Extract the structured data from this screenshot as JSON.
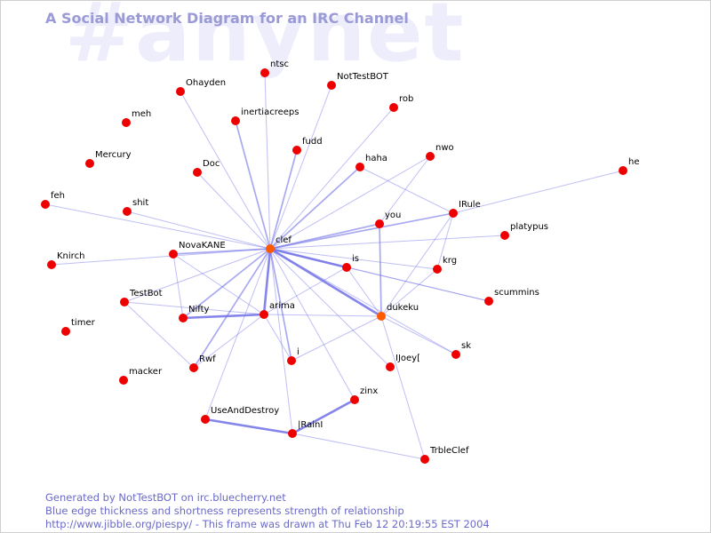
{
  "watermark": "#anynet",
  "title": "A Social Network Diagram for an IRC Channel",
  "colors": {
    "edge": "#7070e8",
    "node": "#ee0000",
    "node_highlight": "#ff5a00",
    "title": "#9a9ad6",
    "footer": "#6a6ac8",
    "watermark": "#ededfb"
  },
  "nodes": [
    {
      "id": "ntsc",
      "label": "ntsc"
    },
    {
      "id": "NotTestBOT",
      "label": "NotTestBOT"
    },
    {
      "id": "Ohayden",
      "label": "Ohayden"
    },
    {
      "id": "rob",
      "label": "rob"
    },
    {
      "id": "meh",
      "label": "meh"
    },
    {
      "id": "inertiacreeps",
      "label": "inertiacreeps"
    },
    {
      "id": "fudd",
      "label": "fudd"
    },
    {
      "id": "nwo",
      "label": "nwo"
    },
    {
      "id": "Mercury",
      "label": "Mercury"
    },
    {
      "id": "haha",
      "label": "haha"
    },
    {
      "id": "Doc",
      "label": "Doc"
    },
    {
      "id": "he",
      "label": "he"
    },
    {
      "id": "feh",
      "label": "feh"
    },
    {
      "id": "shit",
      "label": "shit"
    },
    {
      "id": "IRule",
      "label": "IRule"
    },
    {
      "id": "you",
      "label": "you"
    },
    {
      "id": "platypus",
      "label": "platypus"
    },
    {
      "id": "NovaKANE",
      "label": "NovaKANE"
    },
    {
      "id": "clef",
      "label": "clef",
      "highlight": true
    },
    {
      "id": "Knirch",
      "label": "Knirch"
    },
    {
      "id": "is",
      "label": "is"
    },
    {
      "id": "krg",
      "label": "krg"
    },
    {
      "id": "TestBot",
      "label": "TestBot"
    },
    {
      "id": "scummins",
      "label": "scummins"
    },
    {
      "id": "Nifty",
      "label": "Nifty"
    },
    {
      "id": "arima",
      "label": "arima"
    },
    {
      "id": "dukeku",
      "label": "dukeku",
      "highlight": true
    },
    {
      "id": "timer",
      "label": "timer"
    },
    {
      "id": "sk",
      "label": "sk"
    },
    {
      "id": "Rwf",
      "label": "Rwf"
    },
    {
      "id": "i",
      "label": "i"
    },
    {
      "id": "IJoeyI",
      "label": "IJoey["
    },
    {
      "id": "macker",
      "label": "macker"
    },
    {
      "id": "zinx",
      "label": "zinx"
    },
    {
      "id": "UseAndDestroy",
      "label": "UseAndDestroy"
    },
    {
      "id": "IRainI",
      "label": "|RainI"
    },
    {
      "id": "TrbleClef",
      "label": "TrbleClef"
    }
  ],
  "edges": [
    {
      "source": "clef",
      "target": "ntsc",
      "strength": 1
    },
    {
      "source": "clef",
      "target": "NotTestBOT",
      "strength": 1
    },
    {
      "source": "clef",
      "target": "Ohayden",
      "strength": 1
    },
    {
      "source": "clef",
      "target": "inertiacreeps",
      "strength": 2
    },
    {
      "source": "clef",
      "target": "fudd",
      "strength": 2
    },
    {
      "source": "clef",
      "target": "rob",
      "strength": 1
    },
    {
      "source": "clef",
      "target": "haha",
      "strength": 2
    },
    {
      "source": "clef",
      "target": "nwo",
      "strength": 1
    },
    {
      "source": "clef",
      "target": "Doc",
      "strength": 1
    },
    {
      "source": "clef",
      "target": "shit",
      "strength": 1
    },
    {
      "source": "clef",
      "target": "feh",
      "strength": 1
    },
    {
      "source": "clef",
      "target": "Knirch",
      "strength": 1
    },
    {
      "source": "clef",
      "target": "NovaKANE",
      "strength": 2
    },
    {
      "source": "clef",
      "target": "you",
      "strength": 2
    },
    {
      "source": "clef",
      "target": "IRule",
      "strength": 2
    },
    {
      "source": "clef",
      "target": "platypus",
      "strength": 1
    },
    {
      "source": "clef",
      "target": "is",
      "strength": 3
    },
    {
      "source": "clef",
      "target": "krg",
      "strength": 1
    },
    {
      "source": "clef",
      "target": "TestBot",
      "strength": 1
    },
    {
      "source": "clef",
      "target": "Nifty",
      "strength": 2
    },
    {
      "source": "clef",
      "target": "arima",
      "strength": 3
    },
    {
      "source": "clef",
      "target": "dukeku",
      "strength": 3
    },
    {
      "source": "clef",
      "target": "Rwf",
      "strength": 2
    },
    {
      "source": "clef",
      "target": "i",
      "strength": 2
    },
    {
      "source": "clef",
      "target": "IJoeyI",
      "strength": 1
    },
    {
      "source": "clef",
      "target": "UseAndDestroy",
      "strength": 1
    },
    {
      "source": "clef",
      "target": "IRainI",
      "strength": 1
    },
    {
      "source": "clef",
      "target": "zinx",
      "strength": 1
    },
    {
      "source": "clef",
      "target": "sk",
      "strength": 1
    },
    {
      "source": "clef",
      "target": "scummins",
      "strength": 1
    },
    {
      "source": "IRule",
      "target": "he",
      "strength": 1
    },
    {
      "source": "IRule",
      "target": "dukeku",
      "strength": 1
    },
    {
      "source": "IRule",
      "target": "krg",
      "strength": 1
    },
    {
      "source": "IRule",
      "target": "haha",
      "strength": 1
    },
    {
      "source": "you",
      "target": "dukeku",
      "strength": 2
    },
    {
      "source": "you",
      "target": "nwo",
      "strength": 1
    },
    {
      "source": "is",
      "target": "scummins",
      "strength": 1
    },
    {
      "source": "is",
      "target": "arima",
      "strength": 1
    },
    {
      "source": "is",
      "target": "dukeku",
      "strength": 1
    },
    {
      "source": "NovaKANE",
      "target": "arima",
      "strength": 1
    },
    {
      "source": "NovaKANE",
      "target": "Nifty",
      "strength": 1
    },
    {
      "source": "Nifty",
      "target": "arima",
      "strength": 3
    },
    {
      "source": "arima",
      "target": "dukeku",
      "strength": 1
    },
    {
      "source": "arima",
      "target": "TestBot",
      "strength": 1
    },
    {
      "source": "arima",
      "target": "Rwf",
      "strength": 1
    },
    {
      "source": "arima",
      "target": "i",
      "strength": 1
    },
    {
      "source": "dukeku",
      "target": "i",
      "strength": 1
    },
    {
      "source": "dukeku",
      "target": "TrbleClef",
      "strength": 1
    },
    {
      "source": "dukeku",
      "target": "sk",
      "strength": 1
    },
    {
      "source": "krg",
      "target": "dukeku",
      "strength": 1
    },
    {
      "source": "IRainI",
      "target": "TrbleClef",
      "strength": 1
    },
    {
      "source": "TestBot",
      "target": "Rwf",
      "strength": 1
    },
    {
      "source": "UseAndDestroy",
      "target": "IRainI",
      "strength": 3
    },
    {
      "source": "zinx",
      "target": "IRainI",
      "strength": 3
    }
  ],
  "footer": {
    "line1": "Generated by NotTestBOT on irc.bluecherry.net",
    "line2": "Blue edge thickness and shortness represents strength of relationship",
    "line3": "http://www.jibble.org/piespy/ - This frame was drawn at Thu Feb 12 20:19:55 EST 2004"
  }
}
